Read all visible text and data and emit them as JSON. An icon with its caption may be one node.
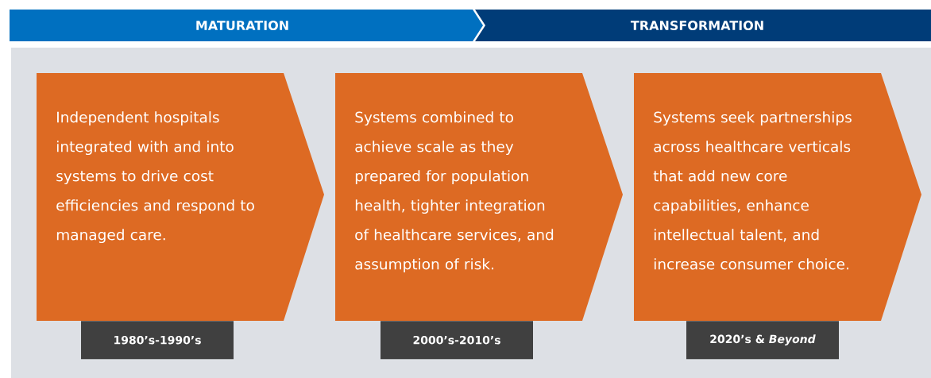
{
  "diagram": {
    "nodes": [
      {
        "text": [
          "MATURATION"
        ]
      },
      {
        "text": [
          "TRANSFORMATION"
        ]
      },
      {
        "text": [
          "Independent hospitals integrated with and into systems to drive cost efficiencies and respond to managed care."
        ]
      },
      {
        "text": [
          "Systems combined to achieve scale as they prepared for population health, tighter integration of healthcare services, and assumption of risk."
        ]
      },
      {
        "text": [
          "Systems seek partnerships across healthcare verticals that add new core capabilities, enhance intellectual talent, and increase consumer choice."
        ]
      },
      {
        "text": [
          "1980’s-1990’s"
        ]
      },
      {
        "text": [
          "2000’s-2010’s"
        ]
      },
      {
        "text": [
          "2020’s & *Beyond*"
        ]
      }
    ]
  }
}
